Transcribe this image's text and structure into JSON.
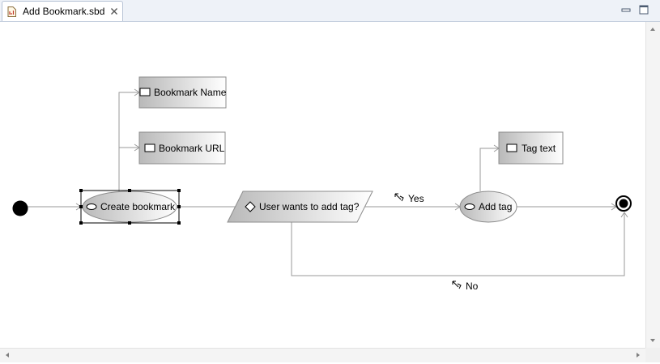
{
  "tab": {
    "title": "Add Bookmark.sbd",
    "file_icon": "diagram-file-icon",
    "close_icon": "close-icon"
  },
  "window_controls": {
    "minimize_icon": "minimize-icon",
    "maximize_icon": "maximize-icon"
  },
  "diagram": {
    "nodes": {
      "bookmark_name": {
        "label": "Bookmark Name",
        "kind": "object"
      },
      "bookmark_url": {
        "label": "Bookmark URL",
        "kind": "object"
      },
      "create_bookmark": {
        "label": "Create bookmark",
        "kind": "action",
        "selected": true
      },
      "user_wants_tag": {
        "label": "User wants to add tag?",
        "kind": "decision"
      },
      "add_tag": {
        "label": "Add tag",
        "kind": "action"
      },
      "tag_text": {
        "label": "Tag text",
        "kind": "object"
      }
    },
    "edges": {
      "yes": {
        "label": "Yes"
      },
      "no": {
        "label": "No"
      }
    },
    "colors": {
      "node_fill_dark": "#b8b8b8",
      "node_fill_light": "#ffffff",
      "edge": "#9a9a9a",
      "node_border": "#8c8c8c"
    }
  },
  "scrollbars": {
    "vertical": true,
    "horizontal": true
  }
}
